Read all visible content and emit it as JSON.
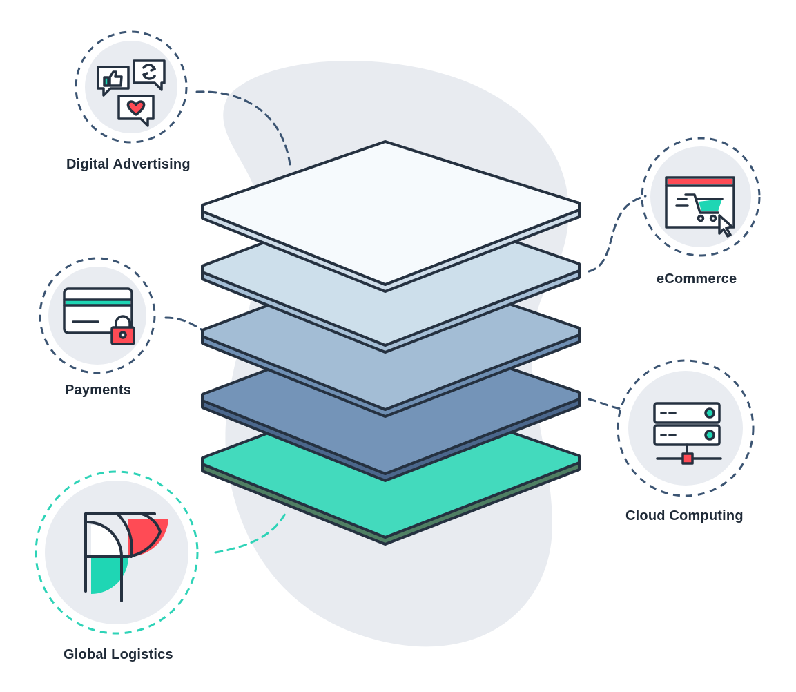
{
  "labels": {
    "digital_advertising": "Digital Advertising",
    "payments": "Payments",
    "global_logistics": "Global Logistics",
    "ecommerce": "eCommerce",
    "cloud_computing": "Cloud Computing"
  },
  "colors": {
    "outline": "#253140",
    "connector": "#3b5472",
    "connector_accent": "#2ed3b7",
    "icon_bg": "#e9ecf1",
    "blob": "#e8ebf0",
    "layer_1": "#f6fafd",
    "layer_2": "#cddfeb",
    "layer_3": "#a3bdd5",
    "layer_4": "#7494b8",
    "layer_5": "#43dabd",
    "accent_red": "#ff4b55",
    "accent_teal": "#1fd6b4"
  },
  "icons": {
    "digital_advertising": "social-bubbles-icon",
    "payments": "locked-card-icon",
    "global_logistics": "logistics-logo-icon",
    "ecommerce": "shopping-cart-browser-icon",
    "cloud_computing": "server-rack-icon"
  }
}
